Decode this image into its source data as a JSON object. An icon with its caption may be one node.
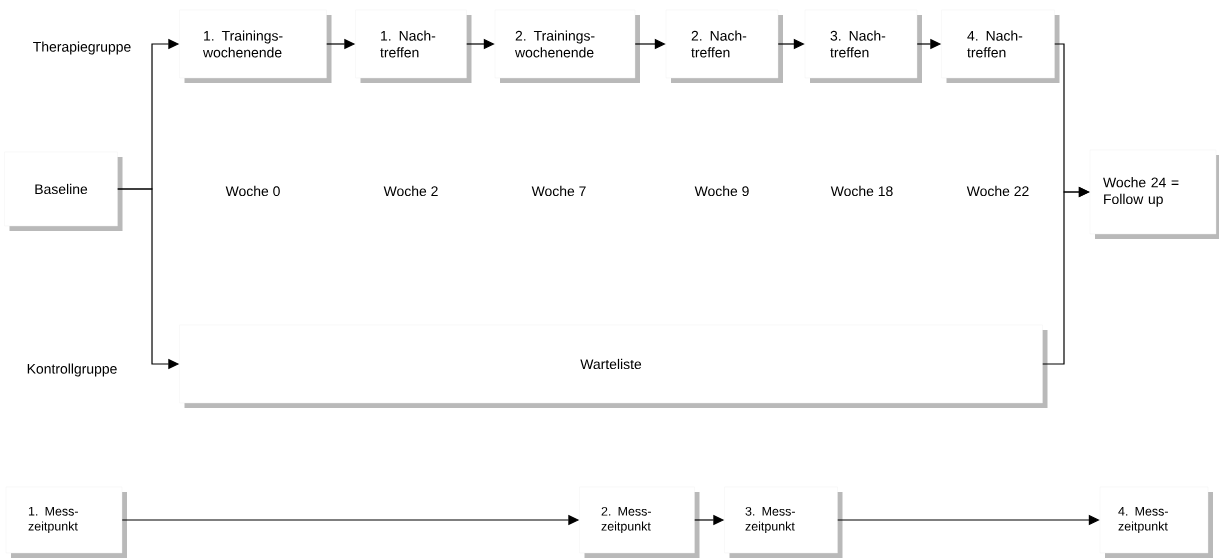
{
  "diagram": {
    "nodes": [
      {
        "text": [
          "Baseline"
        ]
      },
      {
        "text": [
          "1. Trainings- wochenende"
        ]
      },
      {
        "text": [
          "1. Nach- treffen"
        ]
      },
      {
        "text": [
          "2. Trainings- wochenende"
        ]
      },
      {
        "text": [
          "2. Nach- treffen"
        ]
      },
      {
        "text": [
          "3. Nach- treffen"
        ]
      },
      {
        "text": [
          "4. Nach- treffen"
        ]
      },
      {
        "text": [
          "Warteliste"
        ]
      },
      {
        "text": [
          "Woche 24 = Follow up"
        ]
      },
      {
        "text": [
          "1. Mess- zeitpunkt"
        ]
      },
      {
        "text": [
          "2. Mess- zeitpunkt"
        ]
      },
      {
        "text": [
          "3. Mess- zeitpunkt"
        ]
      },
      {
        "text": [
          "4. Mess- zeitpunkt"
        ]
      }
    ],
    "edges": [
      {
        "from": 0,
        "to": 1,
        "arrow": "to"
      },
      {
        "from": 0,
        "to": 7,
        "arrow": "to"
      },
      {
        "from": 1,
        "to": 2,
        "arrow": "to"
      },
      {
        "from": 2,
        "to": 3,
        "arrow": "to"
      },
      {
        "from": 3,
        "to": 4,
        "arrow": "to"
      },
      {
        "from": 4,
        "to": 5,
        "arrow": "to"
      },
      {
        "from": 5,
        "to": 6,
        "arrow": "to"
      },
      {
        "from": 6,
        "to": 8,
        "arrow": "to"
      },
      {
        "from": 7,
        "to": 8,
        "arrow": "to"
      },
      {
        "from": 9,
        "to": 10,
        "arrow": "to"
      },
      {
        "from": 10,
        "to": 11,
        "arrow": "to"
      },
      {
        "from": 11,
        "to": 12,
        "arrow": "to"
      }
    ],
    "labels": [
      "Therapiegruppe",
      "Woche 0",
      "Woche 2",
      "Woche 7",
      "Woche 9",
      "Woche 18",
      "Woche 22",
      "Kontrollgruppe"
    ]
  }
}
